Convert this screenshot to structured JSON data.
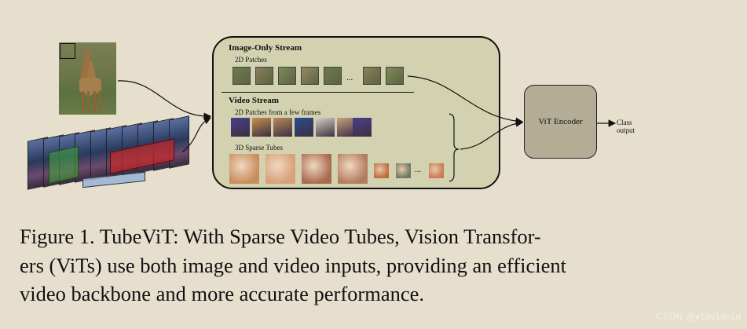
{
  "figure": {
    "image_only_stream": {
      "title": "Image-Only Stream",
      "patches_label": "2D Patches",
      "ellipsis": "..."
    },
    "video_stream": {
      "title": "Video Stream",
      "patches_label": "2D Patches from a few frames",
      "tubes_label": "3D Sparse Tubes",
      "ellipsis": "..."
    },
    "encoder_label": "ViT Encoder",
    "output_label_line1": "Class",
    "output_label_line2": "output",
    "image_patch_colors": [
      "#6f7a52",
      "#8a7c58",
      "#7b8a5c",
      "#9a8866",
      "#6c7850",
      "#8b7f5a",
      "#7f8a58",
      "#93875c"
    ],
    "video_patch_colors": [
      "#4b3f8a",
      "#c79050",
      "#b98a5a",
      "#2d4c8f",
      "#d8d0c6",
      "#c8a080",
      "#d4c2b0"
    ],
    "tube_colors": [
      "#c98c5c",
      "#d7a07a",
      "#a86a50",
      "#b37c60",
      "#c8ae90"
    ],
    "small_tube_colors": [
      "#c06a3c",
      "#6c7a60",
      "#c97a52"
    ]
  },
  "caption": {
    "line1": "Figure 1. TubeViT: With Sparse Video Tubes, Vision Transfor-",
    "line2": "ers (ViTs) use both image and video inputs, providing an efficient",
    "line3": "video backbone and more accurate performance."
  },
  "watermark": "CSDN @v1dv1dv1d"
}
